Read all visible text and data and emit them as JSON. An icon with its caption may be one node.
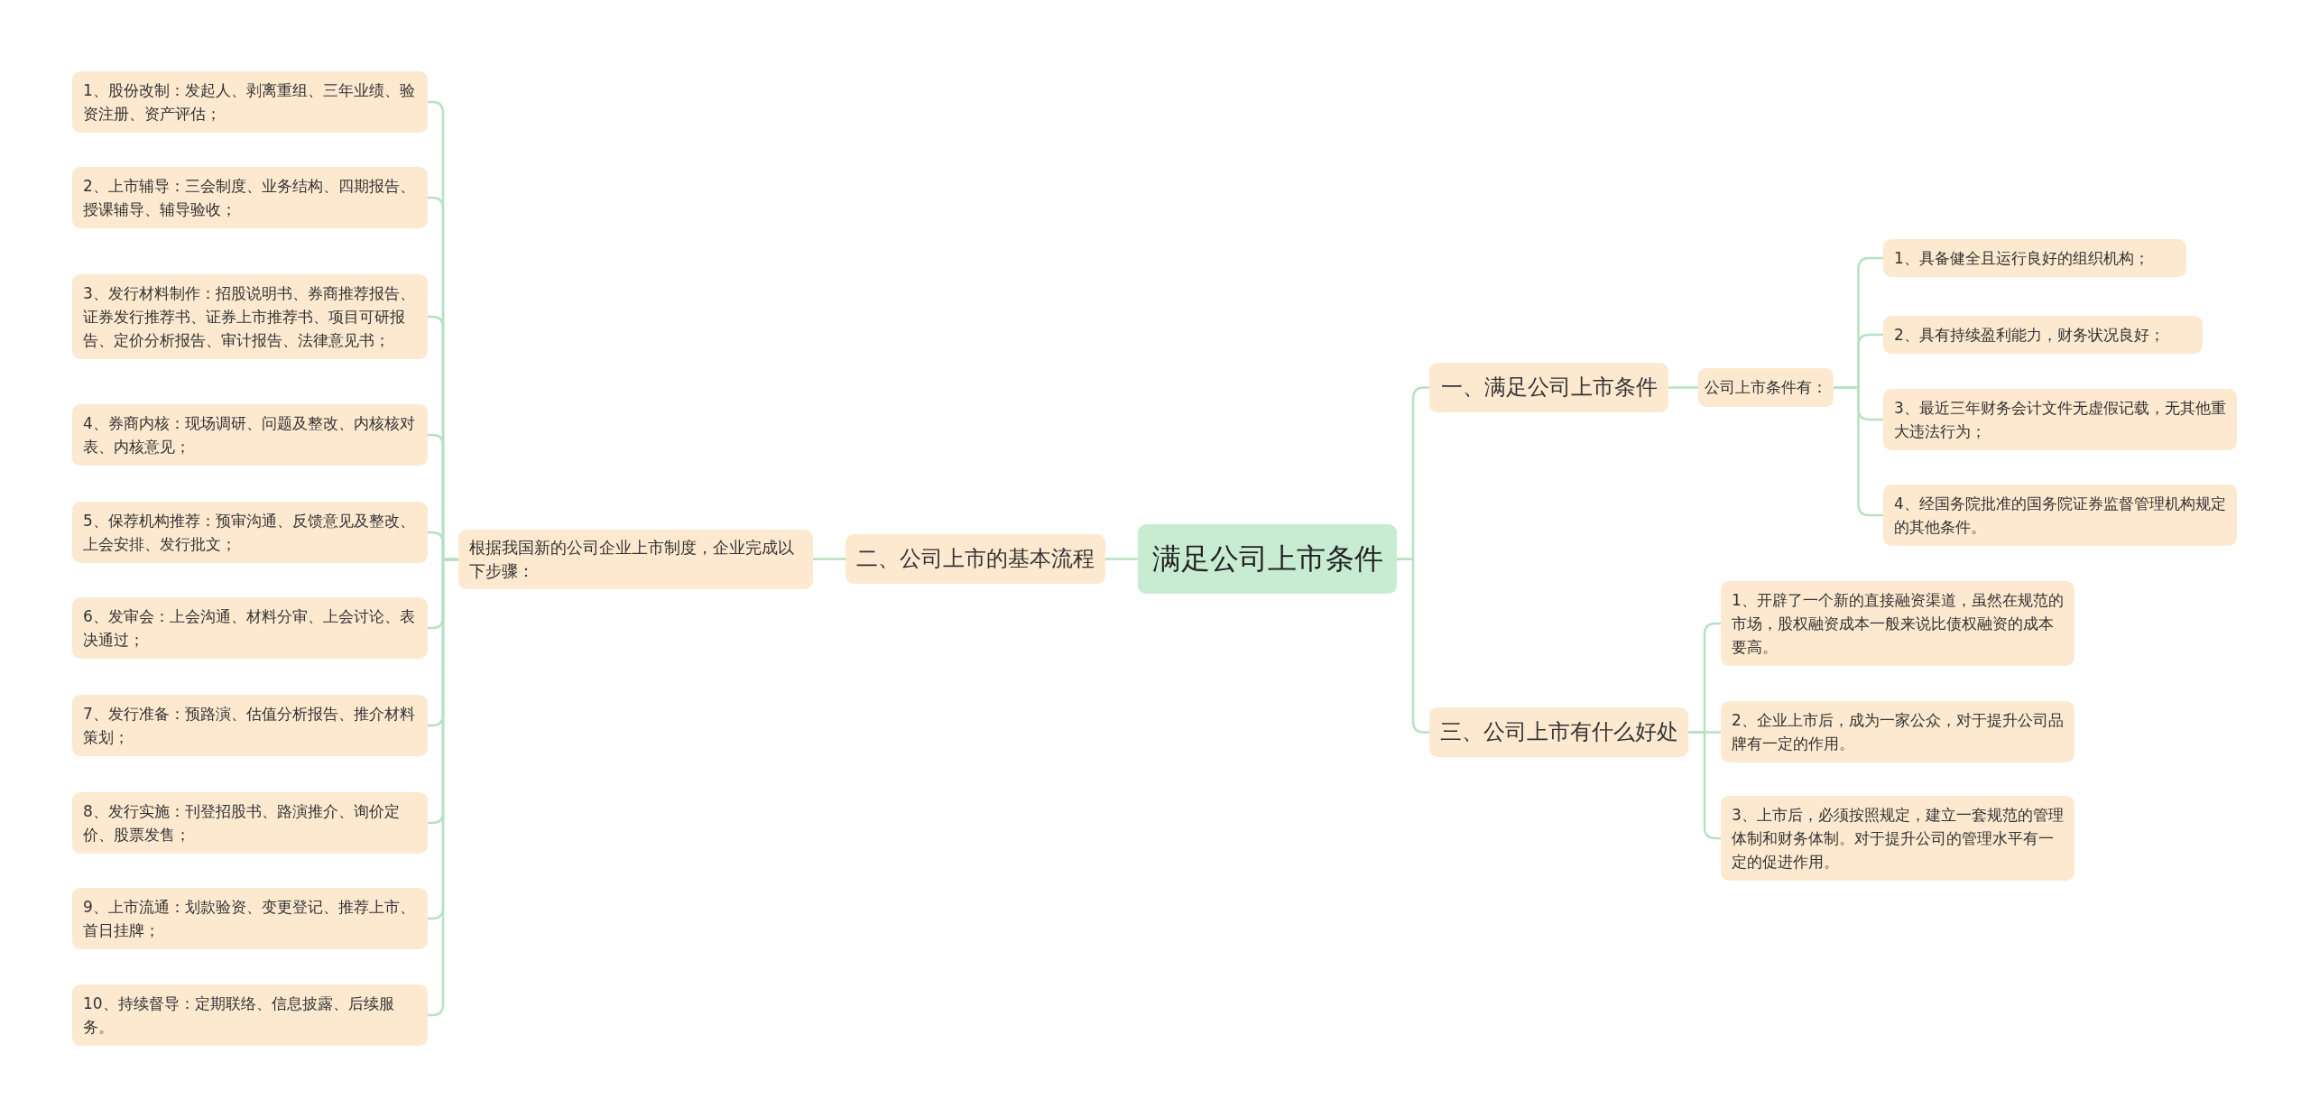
{
  "diagram": {
    "nodes": [
      {
        "text": [
          "满足公司上市条件"
        ]
      },
      {
        "text": [
          "二、公司上市的基本流程"
        ]
      },
      {
        "text": [
          "根据我国新的公司企业上市制度，企业完成以下步骤："
        ]
      },
      {
        "text": [
          "1、股份改制：发起人、剥离重组、三年业绩、验资注册、资产评估；"
        ]
      },
      {
        "text": [
          "2、上市辅导：三会制度、业务结构、四期报告、授课辅导、辅导验收；"
        ]
      },
      {
        "text": [
          "3、发行材料制作：招股说明书、券商推荐报告、证券发行推荐书、证券上市推荐书、项目可研报告、定价分析报告、审计报告、法律意见书；"
        ]
      },
      {
        "text": [
          "4、券商内核：现场调研、问题及整改、内核核对表、内核意见；"
        ]
      },
      {
        "text": [
          "5、保荐机构推荐：预审沟通、反馈意见及整改、上会安排、发行批文；"
        ]
      },
      {
        "text": [
          "6、发审会：上会沟通、材料分审、上会讨论、表决通过；"
        ]
      },
      {
        "text": [
          "7、发行准备：预路演、估值分析报告、推介材料策划；"
        ]
      },
      {
        "text": [
          "8、发行实施：刊登招股书、路演推介、询价定价、股票发售；"
        ]
      },
      {
        "text": [
          "9、上市流通：划款验资、变更登记、推荐上市、首日挂牌；"
        ]
      },
      {
        "text": [
          "10、持续督导：定期联络、信息披露、后续服务。"
        ]
      },
      {
        "text": [
          "一、满足公司上市条件"
        ]
      },
      {
        "text": [
          "公司上市条件有："
        ]
      },
      {
        "text": [
          "1、具备健全且运行良好的组织机构；"
        ]
      },
      {
        "text": [
          "2、具有持续盈利能力，财务状况良好；"
        ]
      },
      {
        "text": [
          "3、最近三年财务会计文件无虚假记载，无其他重大违法行为；"
        ]
      },
      {
        "text": [
          "4、经国务院批准的国务院证券监督管理机构规定的其他条件。"
        ]
      },
      {
        "text": [
          "三、公司上市有什么好处"
        ]
      },
      {
        "text": [
          "1、开辟了一个新的直接融资渠道，虽然在规范的市场，股权融资成本一般来说比债权融资的成本要高。"
        ]
      },
      {
        "text": [
          "2、企业上市后，成为一家公众，对于提升公司品牌有一定的作用。"
        ]
      },
      {
        "text": [
          "3、上市后，必须按照规定，建立一套规范的管理体制和财务体制。对于提升公司的管理水平有一定的促进作用。"
        ]
      }
    ],
    "edges": [
      {
        "from": 0,
        "to": 1,
        "arrow": "none"
      },
      {
        "from": 1,
        "to": 2,
        "arrow": "none"
      },
      {
        "from": 2,
        "to": 3,
        "arrow": "none"
      },
      {
        "from": 2,
        "to": 4,
        "arrow": "none"
      },
      {
        "from": 2,
        "to": 5,
        "arrow": "none"
      },
      {
        "from": 2,
        "to": 6,
        "arrow": "none"
      },
      {
        "from": 2,
        "to": 7,
        "arrow": "none"
      },
      {
        "from": 2,
        "to": 8,
        "arrow": "none"
      },
      {
        "from": 2,
        "to": 9,
        "arrow": "none"
      },
      {
        "from": 2,
        "to": 10,
        "arrow": "none"
      },
      {
        "from": 2,
        "to": 11,
        "arrow": "none"
      },
      {
        "from": 2,
        "to": 12,
        "arrow": "none"
      },
      {
        "from": 0,
        "to": 13,
        "arrow": "none"
      },
      {
        "from": 13,
        "to": 14,
        "arrow": "none"
      },
      {
        "from": 14,
        "to": 15,
        "arrow": "none"
      },
      {
        "from": 14,
        "to": 16,
        "arrow": "none"
      },
      {
        "from": 14,
        "to": 17,
        "arrow": "none"
      },
      {
        "from": 14,
        "to": 18,
        "arrow": "none"
      },
      {
        "from": 0,
        "to": 19,
        "arrow": "none"
      },
      {
        "from": 19,
        "to": 20,
        "arrow": "none"
      },
      {
        "from": 19,
        "to": 21,
        "arrow": "none"
      },
      {
        "from": 19,
        "to": 22,
        "arrow": "none"
      }
    ]
  }
}
